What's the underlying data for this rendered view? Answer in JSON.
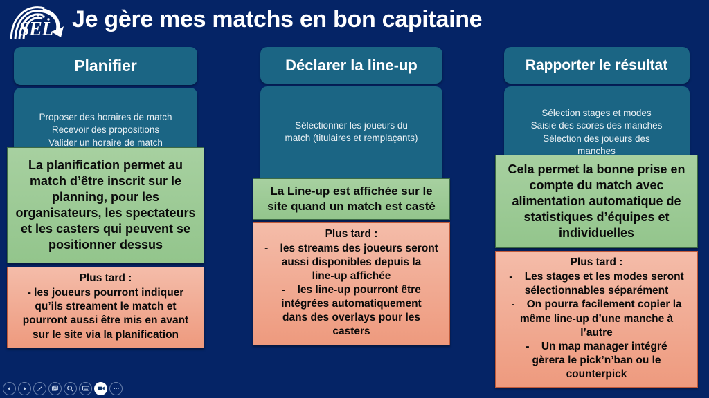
{
  "header": {
    "logo_text": "SEL",
    "logo_icon": "sel-arch-stars-logo",
    "title": "Je gère mes matchs en bon capitaine"
  },
  "colors": {
    "background": "#052466",
    "step_teal": "#1b6584",
    "benefit_green": "#a7d0a0",
    "benefit_green_border": "#3d6b45",
    "later_salmon": "#f4bca9",
    "later_salmon_border": "#c05a3a",
    "title_text": "#ffffff"
  },
  "columns": [
    {
      "id": "planifier",
      "header": "Planifier",
      "body_lines": [
        "Proposer des horaires de match",
        "Recevoir des propositions",
        "Valider un horaire de match"
      ],
      "benefit": "La planification permet au match d’être inscrit sur le planning, pour les organisateurs, les spectateurs et les casters qui peuvent se positionner dessus",
      "later_title": "Plus tard :",
      "later_items": [
        {
          "dash": "",
          "lines": [
            "- les joueurs pourront indiquer",
            "qu’ils streament le match et",
            "pourront aussi être mis en avant",
            "sur le site via la planification"
          ]
        }
      ]
    },
    {
      "id": "declarer-la-line-up",
      "header": "Déclarer la line-up",
      "body_lines": [
        "Sélectionner les joueurs du",
        "match (titulaires et remplaçants)"
      ],
      "benefit": "La Line-up est affichée sur le site quand un match est casté",
      "later_title": "Plus tard :",
      "later_items": [
        {
          "dash": "-",
          "lines": [
            "les streams des joueurs seront",
            "aussi disponibles depuis la",
            "line-up affichée"
          ]
        },
        {
          "dash": "-",
          "lines": [
            "les line-up pourront être",
            "intégrées automatiquement",
            "dans des overlays pour les",
            "casters"
          ]
        }
      ]
    },
    {
      "id": "rapporter-le-resultat",
      "header": "Rapporter le résultat",
      "body_lines": [
        "Sélection stages et modes",
        "Saisie des scores des manches",
        "Sélection des joueurs des",
        "manches"
      ],
      "benefit": "Cela permet la bonne prise en compte du match avec alimentation automatique de statistiques d’équipes et individuelles",
      "later_title": "Plus tard :",
      "later_items": [
        {
          "dash": "-",
          "lines": [
            "Les stages et les modes seront",
            "sélectionnables séparément"
          ]
        },
        {
          "dash": "-",
          "lines": [
            "On pourra facilement copier la",
            "même line-up d’une manche à",
            "l’autre"
          ]
        },
        {
          "dash": "-",
          "lines": [
            "Un map manager intégré",
            "gèrera le pick’n’ban ou le",
            "counterpick"
          ]
        }
      ]
    }
  ],
  "toolbar": {
    "buttons": [
      {
        "name": "previous-slide-icon",
        "icon": "triangle-left",
        "active": false
      },
      {
        "name": "next-slide-icon",
        "icon": "triangle-right",
        "active": false
      },
      {
        "name": "pen-icon",
        "icon": "pen",
        "active": false
      },
      {
        "name": "slide-grid-icon",
        "icon": "grid",
        "active": false
      },
      {
        "name": "zoom-icon",
        "icon": "magnifier",
        "active": false
      },
      {
        "name": "presenter-view-icon",
        "icon": "screen",
        "active": false
      },
      {
        "name": "record-video-icon",
        "icon": "camera",
        "active": true
      },
      {
        "name": "more-options-icon",
        "icon": "ellipsis",
        "active": false
      }
    ]
  }
}
